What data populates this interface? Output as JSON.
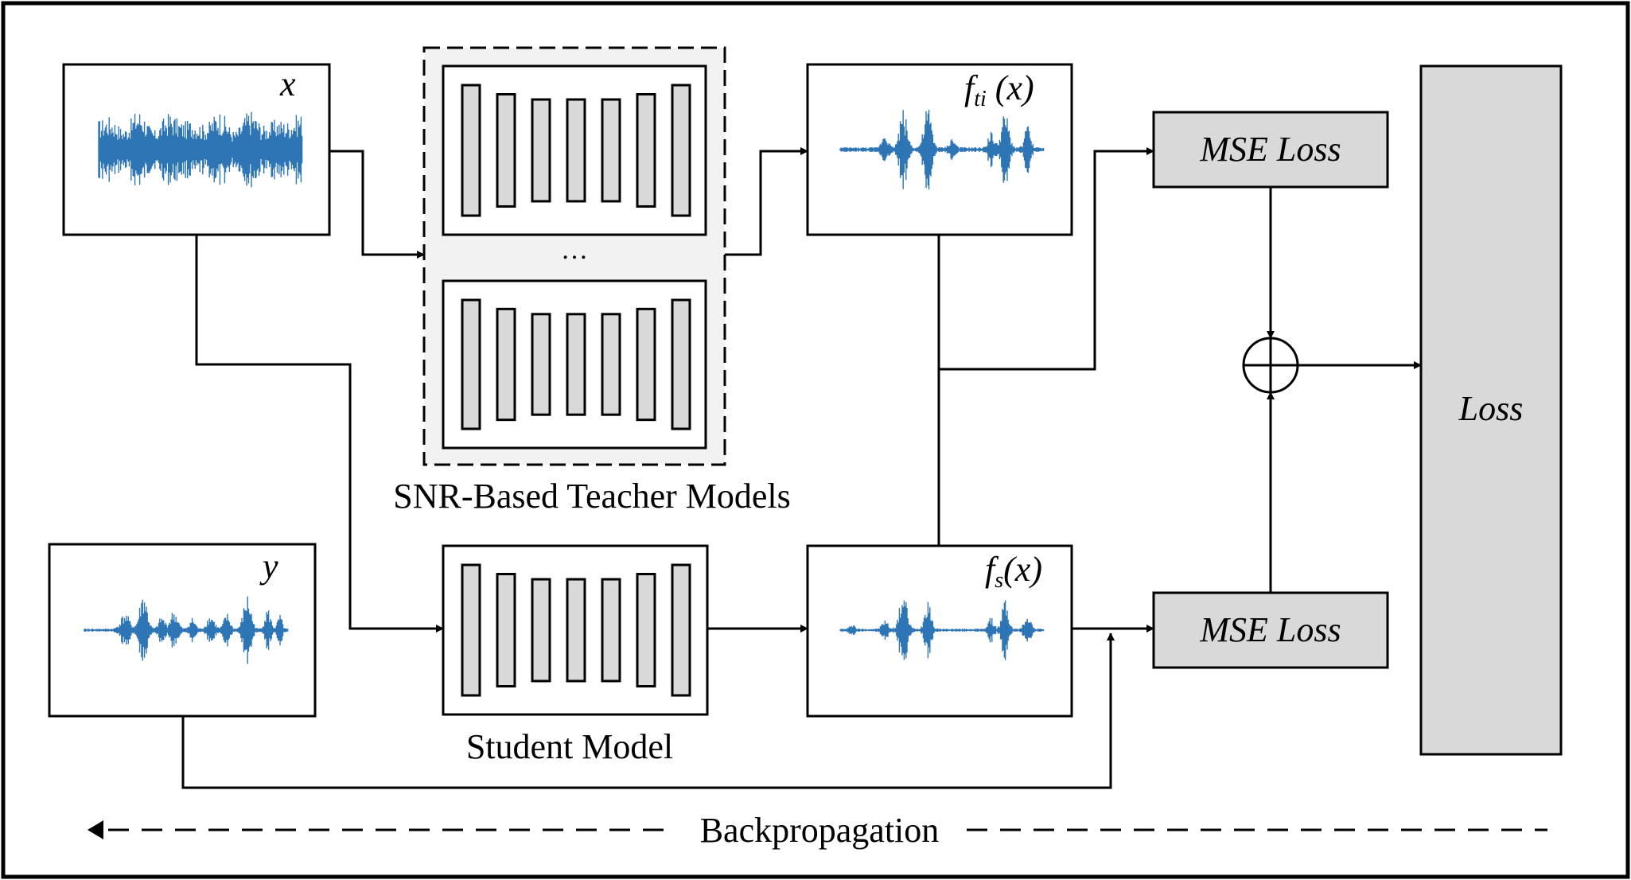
{
  "diagram": {
    "input_noisy": {
      "label": "x"
    },
    "input_clean": {
      "label": "y"
    },
    "teacher_group": {
      "caption": "SNR-Based Teacher Models",
      "ellipsis": "…"
    },
    "student": {
      "caption": "Student Model"
    },
    "teacher_output": {
      "label_main": "f",
      "label_sub": "ti",
      "label_arg": " (x)"
    },
    "student_output": {
      "label_main": "f",
      "label_sub": "s",
      "label_arg": "(x)"
    },
    "mse_top": {
      "label": "MSE Loss"
    },
    "mse_bottom": {
      "label": "MSE Loss"
    },
    "loss": {
      "label": "Loss"
    },
    "backprop": {
      "label": "Backpropagation"
    }
  },
  "colors": {
    "waveform": "#2e75b6",
    "block_fill": "#d9d9d9",
    "teacher_bg": "#f2f2f2"
  },
  "icons": {
    "sum": "circle-plus-icon"
  }
}
